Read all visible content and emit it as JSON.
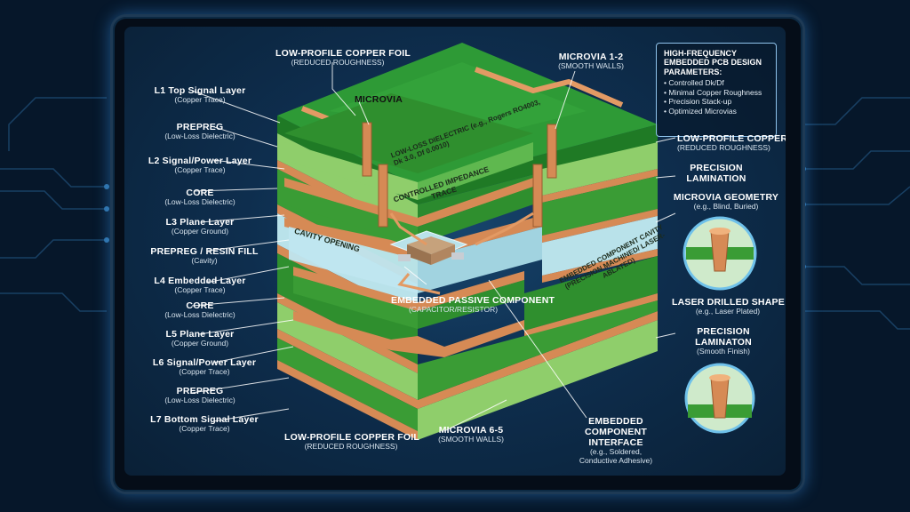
{
  "layers_left": [
    {
      "title": "L1 Top Signal Layer",
      "sub": "(Copper Trace)"
    },
    {
      "title": "PREPREG",
      "sub": "(Low-Loss Dielectric)"
    },
    {
      "title": "L2 Signal/Power Layer",
      "sub": "(Copper Trace)"
    },
    {
      "title": "CORE",
      "sub": "(Low-Loss Dielectric)"
    },
    {
      "title": "L3 Plane Layer",
      "sub": "(Copper Ground)"
    },
    {
      "title": "PREPREG / RESIN FILL",
      "sub": "(Cavity)"
    },
    {
      "title": "L4 Embedded Layer",
      "sub": "(Copper Trace)"
    },
    {
      "title": "CORE",
      "sub": "(Low-Loss Dielectric)"
    },
    {
      "title": "L5 Plane Layer",
      "sub": "(Copper Ground)"
    },
    {
      "title": "L6 Signal/Power Layer",
      "sub": "(Copper Trace)"
    },
    {
      "title": "PREPREG",
      "sub": "(Low-Loss Dielectric)"
    },
    {
      "title": "L7 Bottom Signal Layer",
      "sub": "(Copper Trace)"
    }
  ],
  "top_labels": {
    "foil_top_title": "LOW-PROFILE COPPER FOIL",
    "foil_top_sub": "(REDUCED ROUGHNESS)",
    "microvia_top_title": "MICROVIA 1-2",
    "microvia_top_sub": "(SMOOTH WALLS)",
    "microvia_center": "MICROVIA"
  },
  "panel": {
    "heading": "HIGH-FREQUENCY EMBEDDED PCB DESIGN PARAMETERS:",
    "items": [
      "Controlled Dk/Df",
      "Minimal Copper Roughness",
      "Precision Stack-up",
      "Optimized Microvias"
    ]
  },
  "right_labels": {
    "foil_right_title": "LOW-PROFILE COPPER FOIL",
    "foil_right_sub": "(REDUCED ROUGHNESS)",
    "lamination_title": "PRECISION LAMINATION",
    "geometry_title": "MICROVIA GEOMETRY",
    "geometry_sub": "(e.g., Blind, Buried)",
    "laser_title": "LASER DRILLED SHAPE",
    "laser_sub": "(e.g., Laser Plated)",
    "lamination2_title": "PRECISION LAMINATON",
    "lamination2_sub": "(Smooth Finish)"
  },
  "inline_labels": {
    "dielectric": "LOW-LOSS DIELECTRIC (e.g., Rogers RO4003, Dk 3.0, Df 0.0010)",
    "impedance": "CONTROLLED IMPEDANCE TRACE",
    "cavity_opening": "CAVITY OPENING",
    "cavity_right": "EMBEDDED COMPONENT CAVITY (PRECISION MACHINED/ LASER-ABLATED)"
  },
  "bottom_labels": {
    "component_title": "EMBEDDED PASSIVE COMPONENT",
    "component_sub": "(CAPACITOR/RESISTOR)",
    "foil_bottom_title": "LOW-PROFILE COPPER FOIL",
    "foil_bottom_sub": "(REDUCED ROUGHNESS)",
    "microvia_bottom_title": "MICROVIA 6-5",
    "microvia_bottom_sub": "(SMOOTH WALLS)",
    "interface_title": "EMBEDDED COMPONENT INTERFACE",
    "interface_sub1": "(e.g., Soldered,",
    "interface_sub2": "Conductive Adhesive)"
  },
  "colors": {
    "green_dark": "#2f8f2e",
    "green_light": "#8fce6b",
    "copper": "#d68a55",
    "cavity": "#bfe6f0",
    "background": "#06172a"
  }
}
